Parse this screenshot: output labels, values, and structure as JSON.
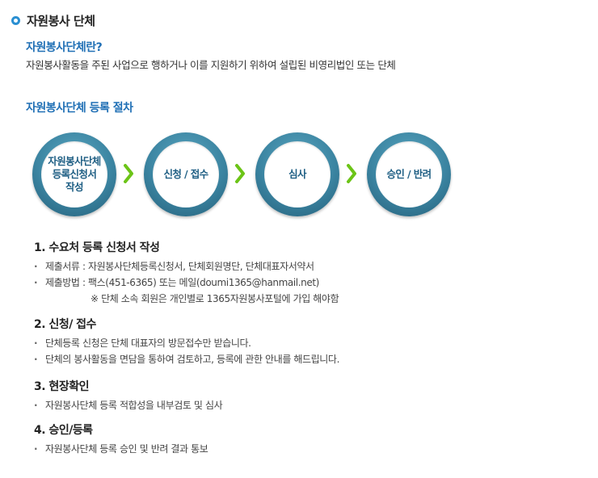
{
  "page": {
    "title": "자원봉사 단체"
  },
  "definition": {
    "heading": "자원봉사단체란?",
    "text": "자원봉사활동을 주된 사업으로 행하거나 이를 지원하기 위하여 설립된 비영리법인 또는 단체"
  },
  "procedure": {
    "heading": "자원봉사단체 등록 절차",
    "steps": [
      {
        "label": "자원봉사단체\n등록신청서\n작성"
      },
      {
        "label": "신청 / 접수"
      },
      {
        "label": "심사"
      },
      {
        "label": "승인 / 반려"
      }
    ]
  },
  "sections": [
    {
      "title": "1. 수요처 등록 신청서 작성",
      "items": [
        "제출서류 : 자원봉사단체등록신청서, 단체회원명단, 단체대표자서약서",
        "제출방법 : 팩스(451-6365) 또는 메일(doumi1365@hanmail.net)"
      ],
      "note": "※ 단체 소속 회원은 개인별로 1365자원봉사포털에 가입 해야함"
    },
    {
      "title": "2. 신청/ 접수",
      "items": [
        "단체등록 신청은 단체 대표자의 방문접수만 받습니다.",
        "단체의 봉사활동을 면담을 통하여 검토하고, 등록에 관한 안내를 해드립니다."
      ]
    },
    {
      "title": "3. 현장확인",
      "items": [
        "자원봉사단체 등록 적합성을 내부검토 및 심사"
      ]
    },
    {
      "title": "4. 승인/등록",
      "items": [
        "자원봉사단체 등록 승인 및 반려 결과 통보"
      ]
    }
  ],
  "colors": {
    "accent_blue": "#1f6fb5",
    "circle_teal": "#3b84a1",
    "arrow_green": "#6cc417"
  },
  "icons": {
    "title_bullet": "circle-bullet-icon",
    "step_arrow": "chevron-right-icon"
  }
}
